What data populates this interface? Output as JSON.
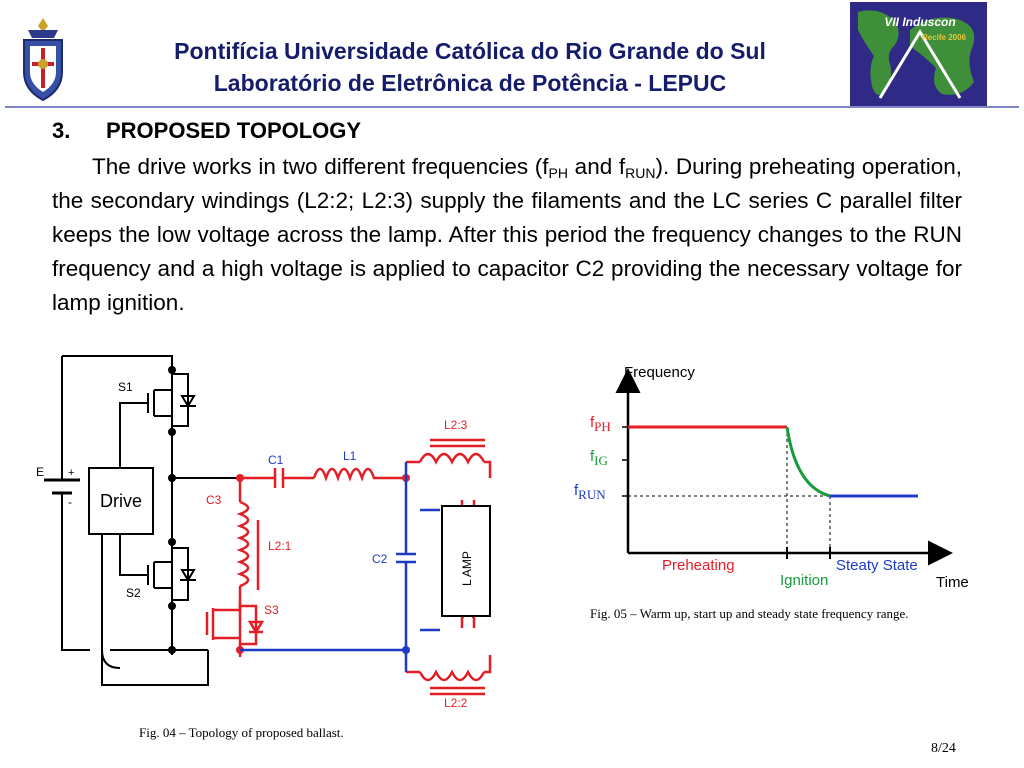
{
  "header": {
    "line1": "Pontifícia Universidade Católica do Rio Grande do Sul",
    "line2": "Laboratório de Eletrônica de Potência - LEPUC",
    "logo_right": {
      "line1": "VII Induscon",
      "line2": "Recife 2006"
    }
  },
  "section": {
    "number": "3.",
    "title": "PROPOSED TOPOLOGY"
  },
  "body": {
    "t1": "The drive works in two different frequencies (f",
    "sub1": "PH",
    "t2": " and f",
    "sub2": "RUN",
    "t3": "). During preheating operation, the secondary windings (L2:2; L2:3) supply the filaments and the LC series C parallel filter keeps the low voltage across the lamp. After this period the frequency changes to the RUN frequency and a high voltage is applied to capacitor C2 providing the necessary voltage for lamp ignition."
  },
  "circuit": {
    "labels": {
      "s1": "S1",
      "s2": "S2",
      "s3": "S3",
      "e": "E",
      "plus": "+",
      "minus": "-",
      "drive": "Drive",
      "c1": "C1",
      "c2": "C2",
      "c3": "C3",
      "l1": "L1",
      "l2_1": "L2:1",
      "l2_2": "L2:2",
      "l2_3": "L2:3",
      "lamp": "L AMP"
    }
  },
  "chart_data": {
    "type": "line",
    "title": "",
    "ylabel": "Frequency",
    "xlabel": "Time",
    "y_levels": [
      {
        "name": "f",
        "sub": "PH",
        "color": "#e41e25"
      },
      {
        "name": "f",
        "sub": "IG",
        "color": "#179b3c"
      },
      {
        "name": "f",
        "sub": "RUN",
        "color": "#1f3bc6"
      }
    ],
    "phases": [
      {
        "label": "Preheating",
        "color": "#e41e25"
      },
      {
        "label": "Ignition",
        "color": "#179b3c"
      },
      {
        "label": "Steaty State",
        "color": "#1f3bc6"
      }
    ],
    "grid": false
  },
  "captions": {
    "fig05": "Fig. 05 – Warm up, start up and steady state frequency range.",
    "fig04": "Fig. 04 – Topology of proposed ballast."
  },
  "page": {
    "number": "8/24"
  },
  "colors": {
    "header": "#151d6a",
    "red": "#e41e25",
    "blue": "#1f3bc6",
    "green": "#179b3c"
  }
}
